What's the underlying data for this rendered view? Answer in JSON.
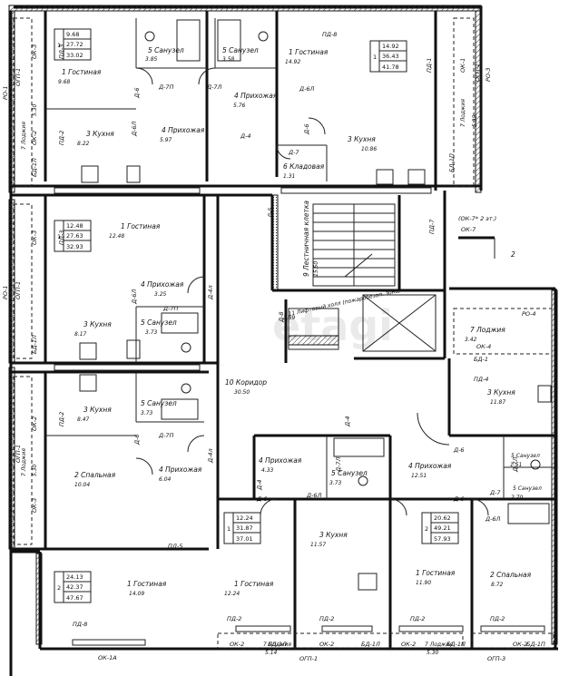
{
  "watermark": "etagi",
  "apartments": [
    {
      "id": "a1",
      "rooms": "1",
      "values": [
        "9.68",
        "27.72",
        "33.02"
      ]
    },
    {
      "id": "a2",
      "rooms": "1",
      "values": [
        "14.92",
        "36.43",
        "41.78"
      ]
    },
    {
      "id": "a3",
      "rooms": "1",
      "values": [
        "12.48",
        "27.63",
        "32.93"
      ]
    },
    {
      "id": "a4",
      "rooms": "1",
      "values": [
        "12.24",
        "31.87",
        "37.01"
      ]
    },
    {
      "id": "a5",
      "rooms": "2",
      "values": [
        "20.62",
        "49.21",
        "57.93"
      ]
    },
    {
      "id": "a6",
      "rooms": "2",
      "values": [
        "24.13",
        "42.37",
        "47.67"
      ]
    }
  ],
  "rooms": [
    {
      "id": "r1",
      "name": "1 Гостиная",
      "area": "9.68"
    },
    {
      "id": "r2",
      "name": "5 Санузел",
      "area": "3.85"
    },
    {
      "id": "r3",
      "name": "5 Санузел",
      "area": "3.58"
    },
    {
      "id": "r4",
      "name": "1 Гостиная",
      "area": "14.92"
    },
    {
      "id": "r5",
      "name": "4 Прихожая",
      "area": "5.76"
    },
    {
      "id": "r6",
      "name": "3 Кухня",
      "area": "8.22"
    },
    {
      "id": "r7",
      "name": "4 Прихожая",
      "area": "5.97"
    },
    {
      "id": "r8",
      "name": "3 Кухня",
      "area": "10.86"
    },
    {
      "id": "r9",
      "name": "6 Кладовая",
      "area": "1.31"
    },
    {
      "id": "r10",
      "name": "1 Гостиная",
      "area": "12.48"
    },
    {
      "id": "r11",
      "name": "9 Лестничная клетка",
      "area": "15.50"
    },
    {
      "id": "r12",
      "name": "4 Прихожая",
      "area": "3.25"
    },
    {
      "id": "r13",
      "name": "11 Лифтовый холл (пожаробезоп. зона)",
      "area": "3.89"
    },
    {
      "id": "r14",
      "name": "5 Санузел",
      "area": "3.73"
    },
    {
      "id": "r15",
      "name": "3 Кухня",
      "area": "8.17"
    },
    {
      "id": "r16",
      "name": "10 Коридор",
      "area": "30.50"
    },
    {
      "id": "r17",
      "name": "7 Лоджия",
      "area": "3.42"
    },
    {
      "id": "r18",
      "name": "3 Кухня",
      "area": "11.87"
    },
    {
      "id": "r19",
      "name": "5 Санузел",
      "area": "3.73"
    },
    {
      "id": "r20",
      "name": "3 Кухня",
      "area": "8.47"
    },
    {
      "id": "r21",
      "name": "4 Прихожая",
      "area": "4.33"
    },
    {
      "id": "r22",
      "name": "5 Санузел",
      "area": "3.73"
    },
    {
      "id": "r23",
      "name": "4 Прихожая",
      "area": "12.51"
    },
    {
      "id": "r24",
      "name": "5 Санузел",
      "area": "1.51"
    },
    {
      "id": "r25",
      "name": "5 Санузел",
      "area": "2.70"
    },
    {
      "id": "r26",
      "name": "2 Спальная",
      "area": "10.04"
    },
    {
      "id": "r27",
      "name": "4 Прихожая",
      "area": "6.04"
    },
    {
      "id": "r28",
      "name": "3 Кухня",
      "area": "11.57"
    },
    {
      "id": "r29",
      "name": "1 Гостиная",
      "area": "14.09"
    },
    {
      "id": "r30",
      "name": "1 Гостиная",
      "area": "12.24"
    },
    {
      "id": "r31",
      "name": "1 Гостиная",
      "area": "11.90"
    },
    {
      "id": "r32",
      "name": "2 Спальная",
      "area": "8.72"
    },
    {
      "id": "r33",
      "name": "7 Лоджия",
      "area": "5.14"
    },
    {
      "id": "r34",
      "name": "7 Лоджия",
      "area": "5.30"
    },
    {
      "id": "r35",
      "name": "7 Лоджия",
      "area": "5.30"
    },
    {
      "id": "r36",
      "name": "7 Лоджия",
      "area": "5.35"
    },
    {
      "id": "r37",
      "name": "7 Лоджия",
      "area": "5.30"
    }
  ],
  "tags": {
    "pd8": "ПД-8",
    "pd3": "ПД-3",
    "pd2": "ПД-2",
    "pd1": "ПД-1",
    "pd7": "ПД-7",
    "pd4": "ПД-4",
    "pd5": "ПД-5",
    "ok3": "ОК-3",
    "ok2": "ОК-2",
    "ok1": "ОК-1",
    "ok7": "ОК-7",
    "ok7note": "(ОК-7* 2 эт.)",
    "ok4": "ОК-4",
    "ok1a": "ОК-1А",
    "d6": "Д-6",
    "d6l": "Д-6Л",
    "d7p": "Д-7П",
    "d7l": "Д-7Л",
    "d4": "Д-4",
    "d4l": "Д-4л",
    "d5": "Д-5",
    "d7": "Д-7",
    "d8": "Д-8",
    "bd1l": "БД-1Л",
    "bd1": "БД-1",
    "bd1p": "БД-1П",
    "ogp1": "ОГП-1",
    "ogp3": "ОГП-3",
    "ro1": "РО-1",
    "ro3": "РО-3",
    "ro4": "РО-4",
    "sec": "2"
  }
}
